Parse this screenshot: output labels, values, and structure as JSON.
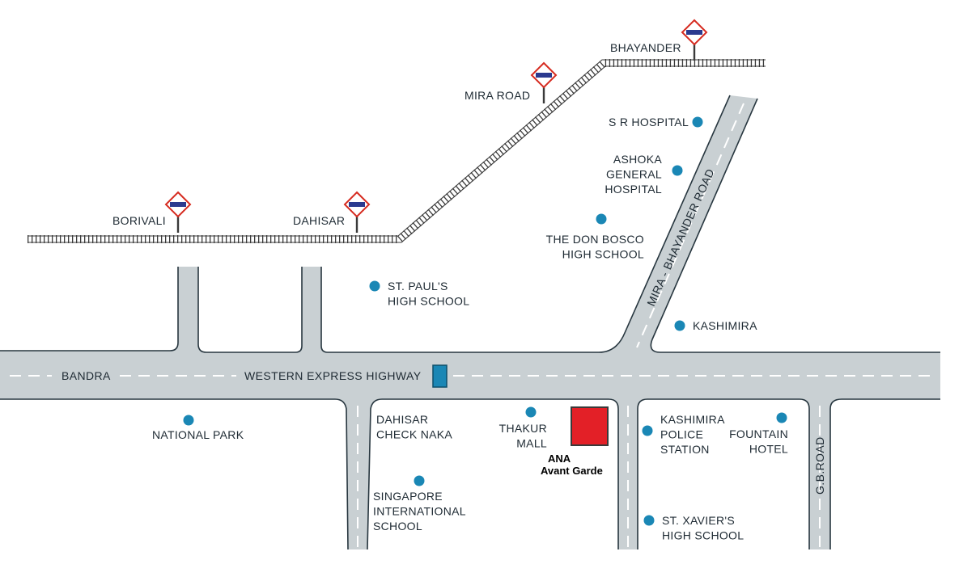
{
  "colors": {
    "road": "#c9d0d3",
    "road_edge": "#27363f",
    "dash": "#ffffff",
    "track": "#3a3a3a",
    "station_sign_border": "#d62b20",
    "station_sign_bar": "#2b3a8f",
    "landmark_dot": "#1a87b5",
    "project": "#e32027",
    "project_border": "#3a3a3a",
    "highway_marker": "#1a87b5"
  },
  "stations": [
    {
      "name": "BHAYANDER"
    },
    {
      "name": "MIRA ROAD"
    },
    {
      "name": "BORIVALI"
    },
    {
      "name": "DAHISAR"
    }
  ],
  "roads": {
    "highway": "WESTERN EXPRESS HIGHWAY",
    "highway_end": "BANDRA",
    "mira_bhayander": "MIRA - BHAYANDER ROAD",
    "gb_road": "G.B.ROAD"
  },
  "landmarks": [
    {
      "lines": [
        "S R HOSPITAL"
      ]
    },
    {
      "lines": [
        "ASHOKA",
        "GENERAL",
        "HOSPITAL"
      ]
    },
    {
      "lines": [
        "THE DON BOSCO",
        "HIGH SCHOOL"
      ]
    },
    {
      "lines": [
        "ST. PAUL'S",
        "HIGH SCHOOL"
      ]
    },
    {
      "lines": [
        "KASHIMIRA"
      ]
    },
    {
      "lines": [
        "NATIONAL PARK"
      ]
    },
    {
      "lines": [
        "DAHISAR",
        "CHECK NAKA"
      ]
    },
    {
      "lines": [
        "THAKUR",
        "MALL"
      ]
    },
    {
      "lines": [
        "KASHIMIRA",
        "POLICE",
        "STATION"
      ]
    },
    {
      "lines": [
        "FOUNTAIN",
        "HOTEL"
      ]
    },
    {
      "lines": [
        "SINGAPORE",
        "INTERNATIONAL",
        "SCHOOL"
      ]
    },
    {
      "lines": [
        "ST. XAVIER'S",
        "HIGH SCHOOL"
      ]
    }
  ],
  "project": {
    "line1": "ANA",
    "line2": "Avant Garde"
  }
}
